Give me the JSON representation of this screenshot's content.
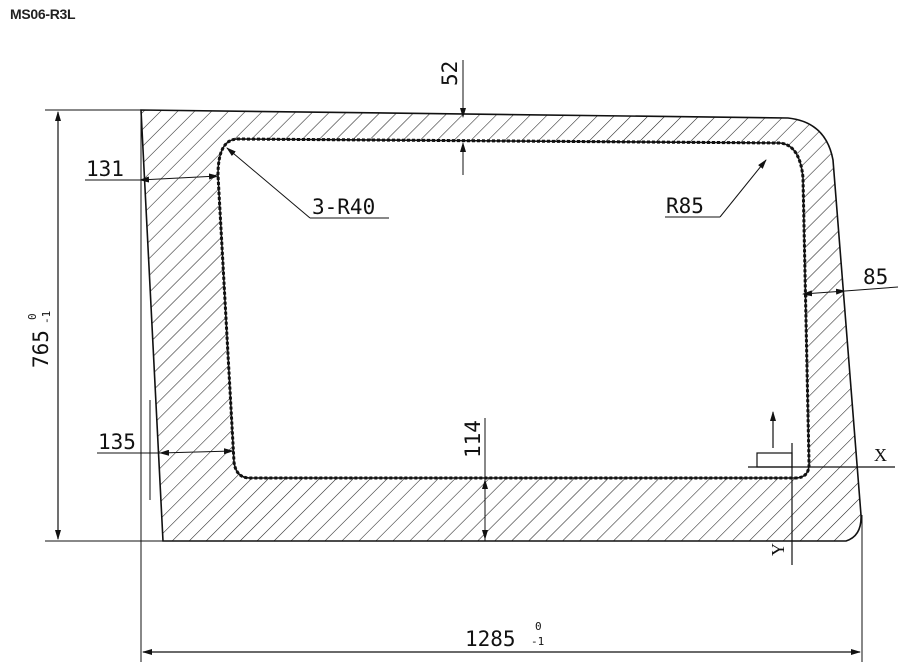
{
  "drawing": {
    "part_label": "MS06-R3L",
    "colors": {
      "line": "#111111",
      "hatch": "#222222",
      "background": "#ffffff"
    },
    "dimensions": {
      "height": {
        "value": "765",
        "tolerance_upper": "0",
        "tolerance_lower": "-1",
        "text": "765"
      },
      "width": {
        "value": "1285",
        "tolerance_upper": "0",
        "tolerance_lower": "-1",
        "text": "1285"
      },
      "top_border": "52",
      "left_border_top": "131",
      "left_border_bottom": "135",
      "right_border": "85",
      "bottom_border": "114",
      "inner_corner_radius": "3-R40",
      "top_right_radius": "R85"
    },
    "axes": {
      "x_label": "X",
      "y_label": "Y"
    },
    "tolerance": {
      "upper": "0",
      "lower_prefix": "-",
      "lower": "1"
    }
  }
}
